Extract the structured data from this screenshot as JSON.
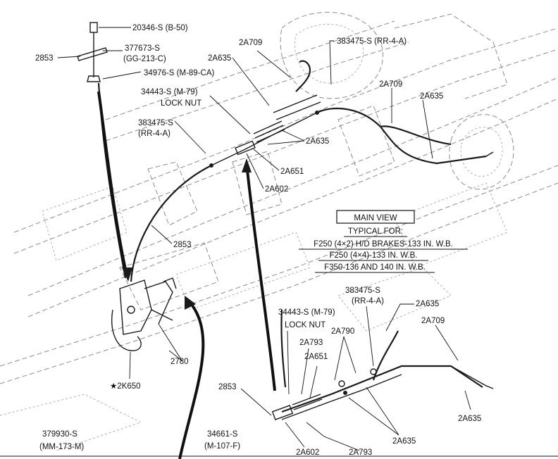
{
  "labels": {
    "l01": "20346-S (B-50)",
    "l02": "2853",
    "l03": "377673-S",
    "l04": "(GG-213-C)",
    "l05": "34976-S (M-89-CA)",
    "l06": "2A709",
    "l07": "2A635",
    "l08": "383475-S (RR-4-A)",
    "l09": "2A709",
    "l10": "2A635",
    "l11": "34443-S (M-79)",
    "l12": "LOCK NUT",
    "l13": "383475-S",
    "l14": "(RR-4-A)",
    "l15": "2A635",
    "l16": "2A651",
    "l17": "2A602",
    "l18": "2853",
    "l19": "383475-S",
    "l20": "(RR-4-A)",
    "l21": "2A635",
    "l22": "34443-S (M-79)",
    "l23": "LOCK NUT",
    "l24": "2A709",
    "l25": "2A790",
    "l26": "2A793",
    "l27": "2A651",
    "l28": "2780",
    "l29": "★2K650",
    "l30": "2853",
    "l31": "2A635",
    "l32": "2A635",
    "l33": "379930-S",
    "l34": "(MM-173-M)",
    "l35": "34661-S",
    "l36": "(M-107-F)",
    "l37": "2A602",
    "l38": "2A793"
  },
  "legend": {
    "title": "MAIN VIEW",
    "subtitle": "TYPICAL FOR:",
    "line1": "F250 (4×2) H/D BRAKES-133 IN. W.B.",
    "line2": "F250 (4×4)-133 IN. W.B.",
    "line3": "F350-136 AND 140 IN. W.B."
  }
}
